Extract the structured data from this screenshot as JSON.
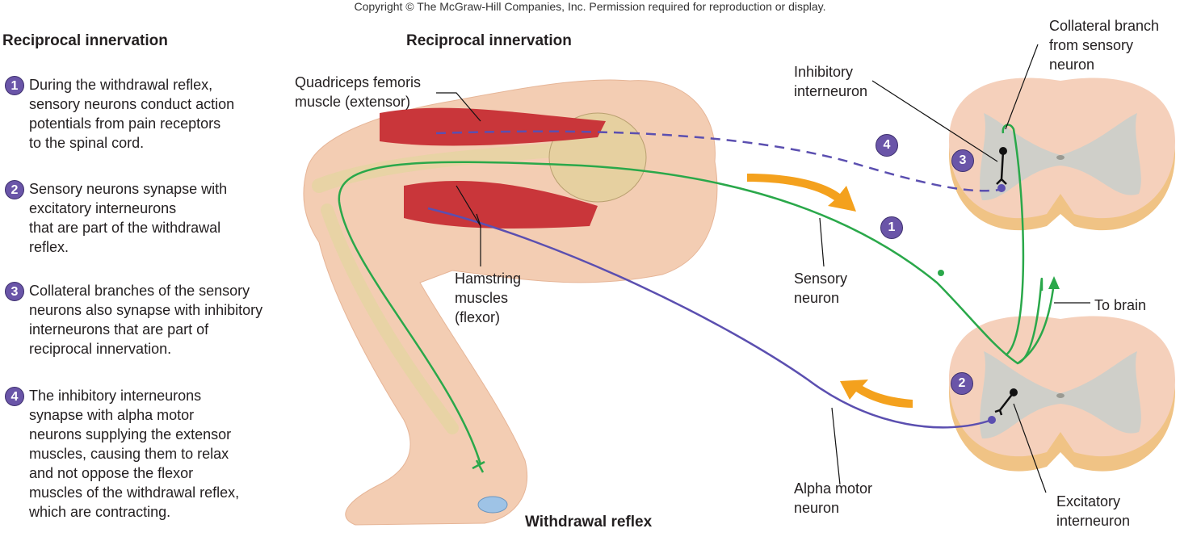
{
  "copyright": "Copyright © The McGraw-Hill Companies, Inc. Permission required for reproduction or display.",
  "left_panel": {
    "title": "Reciprocal innervation",
    "steps": [
      {
        "num": "1",
        "text": "During the withdrawal reflex,\nsensory neurons conduct action\npotentials from pain receptors\nto                      the spinal cord."
      },
      {
        "num": "2",
        "text": "Sensory neurons synapse with\nexcitatory interneurons\nthat are part of the withdrawal\nreflex."
      },
      {
        "num": "3",
        "text": "Collateral branches of the sensory\nneurons also synapse with inhibitory\ninterneurons that are part of\nreciprocal innervation."
      },
      {
        "num": "4",
        "text": "The inhibitory interneurons\nsynapse with alpha motor\nneurons supplying the extensor\nmuscles, causing them to relax\nand not oppose the flexor\nmuscles of the withdrawal reflex,\nwhich are contracting."
      }
    ]
  },
  "diagram": {
    "title": "Reciprocal innervation",
    "caption": "Withdrawal reflex",
    "labels": {
      "quadriceps": "Quadriceps femoris\nmuscle (extensor)",
      "hamstring": "Hamstring\nmuscles\n(flexor)",
      "inhibitory": "Inhibitory\ninterneuron",
      "collateral": "Collateral branch\nfrom sensory\nneuron",
      "sensory": "Sensory\nneuron",
      "to_brain": "To brain",
      "alpha": "Alpha motor\nneuron",
      "excitatory": "Excitatory\ninterneuron"
    },
    "badges": [
      "1",
      "2",
      "3",
      "4"
    ],
    "colors": {
      "sensory": "#2aa84a",
      "motor": "#5b4fb0",
      "arrow": "#f4a11d",
      "badge": "#6a55a8",
      "cord_white": "#f5d0bb",
      "cord_gray": "#cfcfc9",
      "skin": "#f3cdb3"
    }
  }
}
